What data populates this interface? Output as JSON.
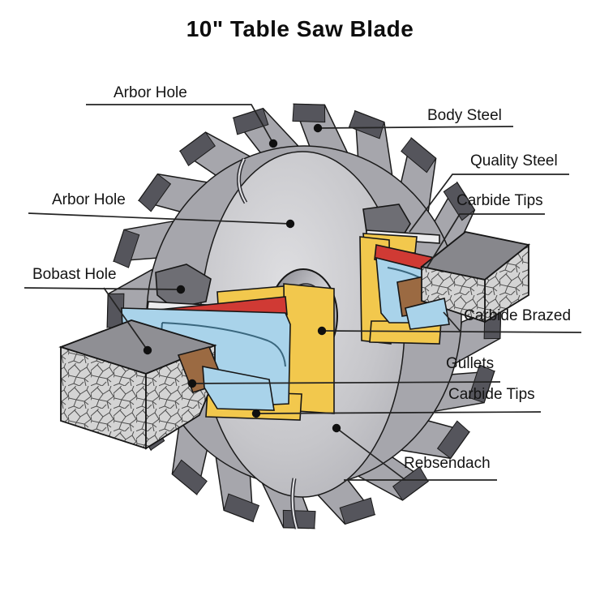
{
  "title": "10\" Table Saw Blade",
  "labels": {
    "arbor_hole_top": "Arbor Hole",
    "body_steel": "Body Steel",
    "quality_steel": "Quality Steel",
    "carbide_tips_upper": "Carbide Tips",
    "arbor_hole_left": "Arbor Hole",
    "bobast_hole": "Bobast Hole",
    "carbide_brazed": "Carbide Brazed",
    "gullets": "Gullets",
    "carbide_tips_lower": "Carbide Tips",
    "rebsendach": "Rebsendach"
  },
  "colors": {
    "background": "#ffffff",
    "line": "#232323",
    "blade_face": "#c9c9cd",
    "blade_rim": "#a6a6ac",
    "tooth_tip": "#55555c",
    "yellow_layer": "#f2c84d",
    "red_layer": "#d03a34",
    "blue_layer": "#a9d3ea",
    "brown_layer": "#9b6a42",
    "carbide_block": "#d2d2d2"
  }
}
